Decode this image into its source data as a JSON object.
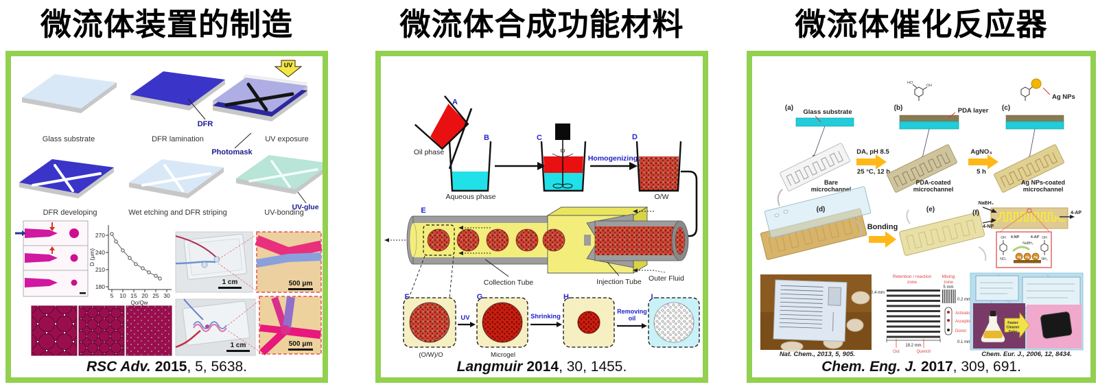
{
  "colors": {
    "panel_border": "#92d050",
    "dfr_blue": "#3a35c8",
    "glass_blue": "#d9e8f7",
    "uv_bond_teal": "#b9e4d8",
    "label_navy": "#1a1a8c",
    "step_blue": "#2222cc",
    "oil_red": "#e81010",
    "water_cyan": "#20e0e8",
    "tube_gray": "#9d9d9d",
    "tube_yellow": "#f3ee7c",
    "pda_brown": "#8a7a52",
    "substrate_cyan": "#22ccd8",
    "arrow_yellow": "#ffb818",
    "dim_red": "#e04040"
  },
  "chart_data": {
    "type": "scatter",
    "title": "",
    "xlabel": "Qo/Qw",
    "ylabel": "D (μm)",
    "x": [
      5,
      7,
      10,
      13,
      16,
      19,
      22,
      25,
      27
    ],
    "y": [
      272,
      259,
      243,
      230,
      220,
      212,
      205,
      199,
      194
    ],
    "xticks": [
      "5",
      "10",
      "15",
      "20",
      "25",
      "30"
    ],
    "yticks": [
      "270",
      "240",
      "210",
      "180"
    ],
    "xlim": [
      3,
      30
    ],
    "ylim": [
      180,
      280
    ],
    "grid": false,
    "legend": false
  },
  "panel1": {
    "title": "微流体装置的制造",
    "labels": {
      "glass": "Glass substrate",
      "dfr": "DFR",
      "dfr_lam": "DFR lamination",
      "uv": "UV",
      "photomask": "Photomask",
      "uv_exposure": "UV exposure",
      "dfr_dev": "DFR developing",
      "wet": "Wet etching and DFR striping",
      "uv_glue": "UV-glue",
      "uv_bonding": "UV-bonding",
      "s1": "1 cm",
      "s2": "500 μm",
      "s3": "1 cm",
      "s4": "500 μm"
    },
    "citation": {
      "journal": "RSC Adv.",
      "year": "2015",
      "rest": ", 5, 5638."
    }
  },
  "panel2": {
    "title": "微流体合成功能材料",
    "marks": {
      "a": "A",
      "b": "B",
      "c": "C",
      "d": "D",
      "e": "E",
      "f": "F",
      "g": "G",
      "h": "H",
      "i": "I"
    },
    "labels": {
      "oil": "Oil phase",
      "aqueous": "Aqueous phase",
      "homogenizing": "Homogenizing",
      "ow": "O/W",
      "omega": "ω",
      "collection": "Collection Tube",
      "injection": "Injection Tube",
      "outer": "Outer Fluid",
      "owo": "(O/W)/O",
      "uv": "UV",
      "microgel": "Microgel",
      "shrinking": "Shrinking",
      "removing1": "Removing",
      "removing2": "oil"
    },
    "citation": {
      "journal": "Langmuir",
      "year": "2014",
      "rest": ", 30, 1455."
    }
  },
  "panel3": {
    "title": "微流体催化反应器",
    "marks": {
      "a": "(a)",
      "b": "(b)",
      "c": "(c)",
      "d": "(d)",
      "e": "(e)",
      "f": "(f)"
    },
    "row1": {
      "glass": "Glass substrate",
      "bare1": "Bare",
      "bare2": "microchannel",
      "arr1a": "DA, pH 8.5",
      "arr1b": "25 °C, 12 h",
      "ho": "HO",
      "oh": "OH",
      "pda_layer": "PDA layer",
      "pda1": "PDA-coated",
      "pda2": "microchannel",
      "arr2a": "AgNO₃",
      "arr2b": "5 h",
      "agnps": "Ag NPs",
      "ag1": "Ag NPs-coated",
      "ag2": "microchannel"
    },
    "row2": {
      "bonding": "Bonding",
      "nabh4": "NaBH₄",
      "np": "4-NP",
      "ap": "4-AP",
      "inset": {
        "oh": "OH",
        "no2": "NO₂",
        "nh2": "NH₂",
        "np": "4-NP",
        "nabh4": "NaBH₄",
        "ap": "4-AP",
        "ag": "Ag"
      }
    },
    "row3": {
      "cap1": "Nat. Chem., 2013, 5, 905.",
      "zone1a": "Retention / reaction",
      "zone1b": "zone",
      "zone2a": "Mixing",
      "zone2b": "zone",
      "d1": "0.4 mm",
      "d2": "5 mm",
      "d3": "0.2 mm",
      "d4": "19.2 mm",
      "d5": "0.1 mm",
      "activator": "Activator",
      "acceptor": "Acceptor",
      "donor": "Donor",
      "out": "Out",
      "quench": "Quench",
      "faster1": "Faster",
      "faster2": "Cleaner",
      "faster3": "Safer",
      "cap2": "Chem. Eur. J., 2006, 12, 8434."
    },
    "citation": {
      "journal": "Chem. Eng. J.",
      "year": "2017",
      "rest": ", 309, 691."
    }
  }
}
